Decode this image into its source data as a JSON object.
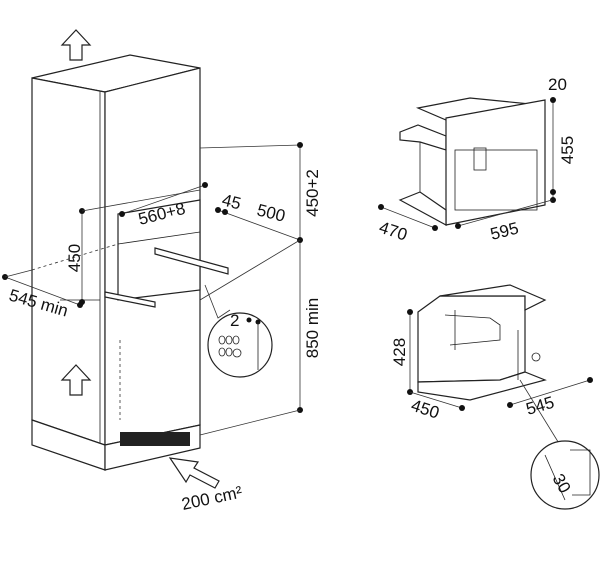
{
  "diagram": {
    "oven_column": {
      "niche_height": "450",
      "niche_width": "560+8",
      "offset": "45",
      "depth": "500",
      "top_height": "450+2",
      "cabinet_depth": "545 min",
      "floor_height": "850 min",
      "detail_number": "2",
      "ventilation": "200 cm²"
    },
    "appliance_front": {
      "frame": "20",
      "height": "455",
      "depth": "470",
      "width": "595"
    },
    "appliance_niche": {
      "height": "428",
      "depth": "450",
      "width": "545",
      "detail_angle": "30"
    }
  }
}
